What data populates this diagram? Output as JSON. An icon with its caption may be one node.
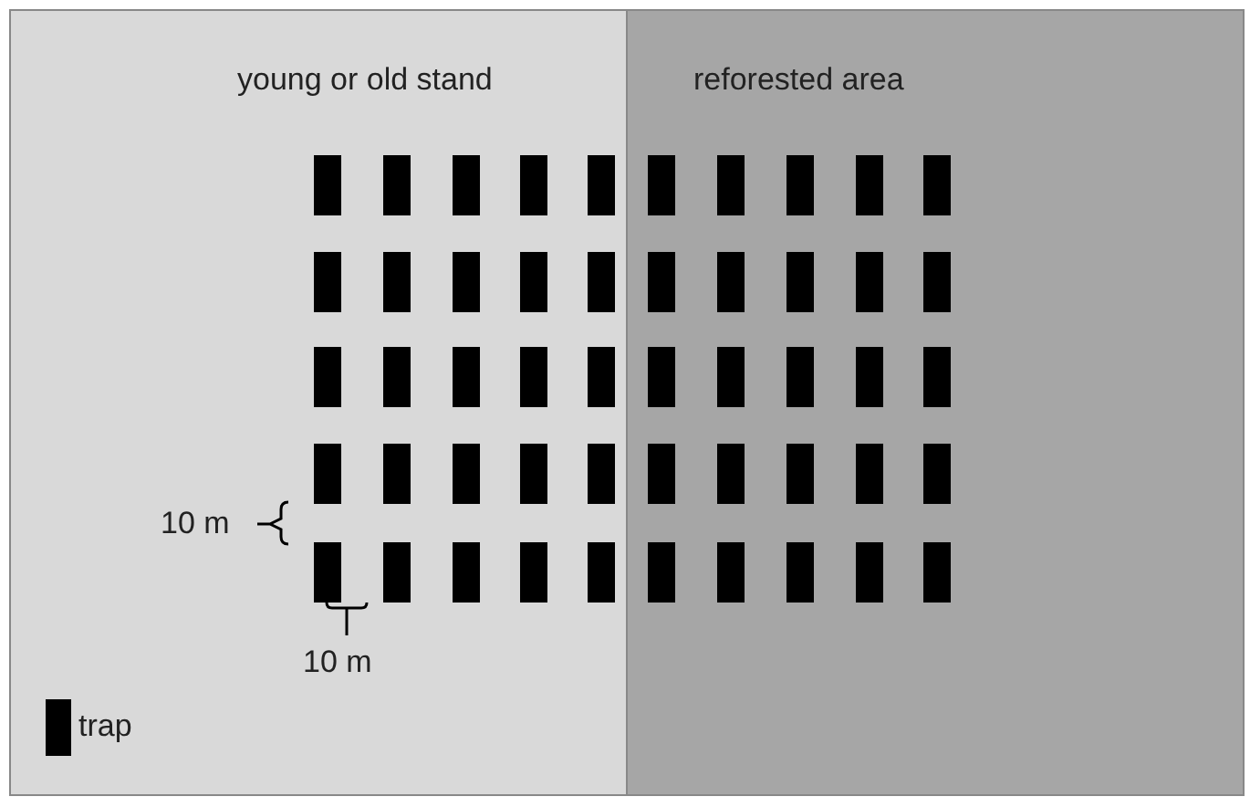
{
  "diagram": {
    "nodes": [
      {
        "text": [
          "young or old stand"
        ]
      },
      {
        "text": [
          "reforested area"
        ]
      }
    ],
    "labels": [
      "10 m",
      "10 m"
    ],
    "legend": [
      {
        "text": "trap"
      }
    ]
  }
}
